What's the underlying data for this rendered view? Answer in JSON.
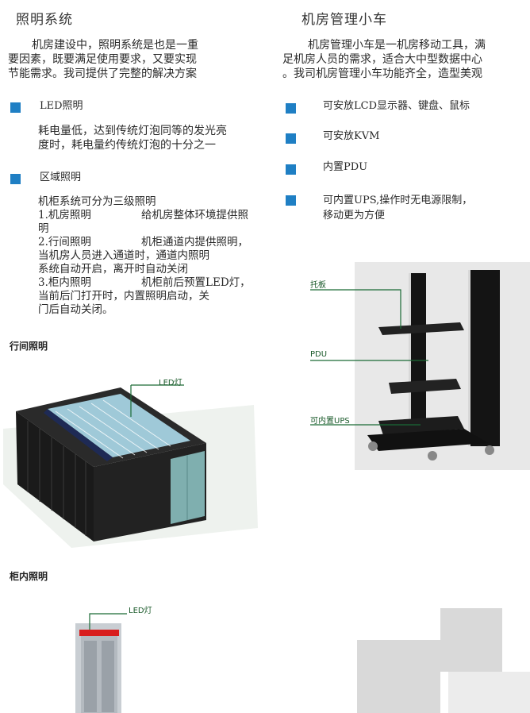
{
  "left": {
    "title": "照明系统",
    "intro": [
      "机房建设中，照明系统是也是一重",
      "要因素，既要满足使用要求，又要实现",
      "节能需求。我司提供了完整的解决方案"
    ],
    "bullet1": {
      "title": "LED照明",
      "desc": [
        "耗电量低，达到传统灯泡同等的发光亮",
        "度时，耗电量约传统灯泡的十分之一"
      ]
    },
    "bullet2": {
      "title": "区域照明",
      "lines": [
        "机柜系统可分为三级照明",
        "1.机房照明",
        "给机房整体环境提供照",
        "明",
        "2.行间照明",
        "机柜通道内提供照明，",
        "当机房人员进入通道时，通道内照明",
        "系统自动开启，离开时自动关闭",
        "3.柜内照明",
        "机柜前后预置LED灯，",
        "当前后门打开时，内置照明启动，关",
        "门后自动关闭。"
      ]
    },
    "caption1": "行间照明",
    "led_label1": "LED灯",
    "caption2": "柜内照明",
    "led_label2": "LED灯"
  },
  "right": {
    "title": "机房管理小车",
    "intro": [
      "机房管理小车是一机房移动工具，满",
      "足机房人员的需求，适合大中型数据中心",
      "。我司机房管理小车功能齐全，造型美观"
    ],
    "bullets": [
      [
        "可安放LCD显示器、键盘、鼠标"
      ],
      [
        "可安放KVM"
      ],
      [
        "内置PDU"
      ],
      [
        "可内置UPS,操作时无电源限制，",
        "移动更为方便"
      ]
    ],
    "labels": {
      "tray": "托板",
      "pdu": "PDU",
      "ups": "可内置UPS"
    }
  },
  "colors": {
    "accent": "#1f7fc4",
    "leader": "#1a6a35"
  }
}
